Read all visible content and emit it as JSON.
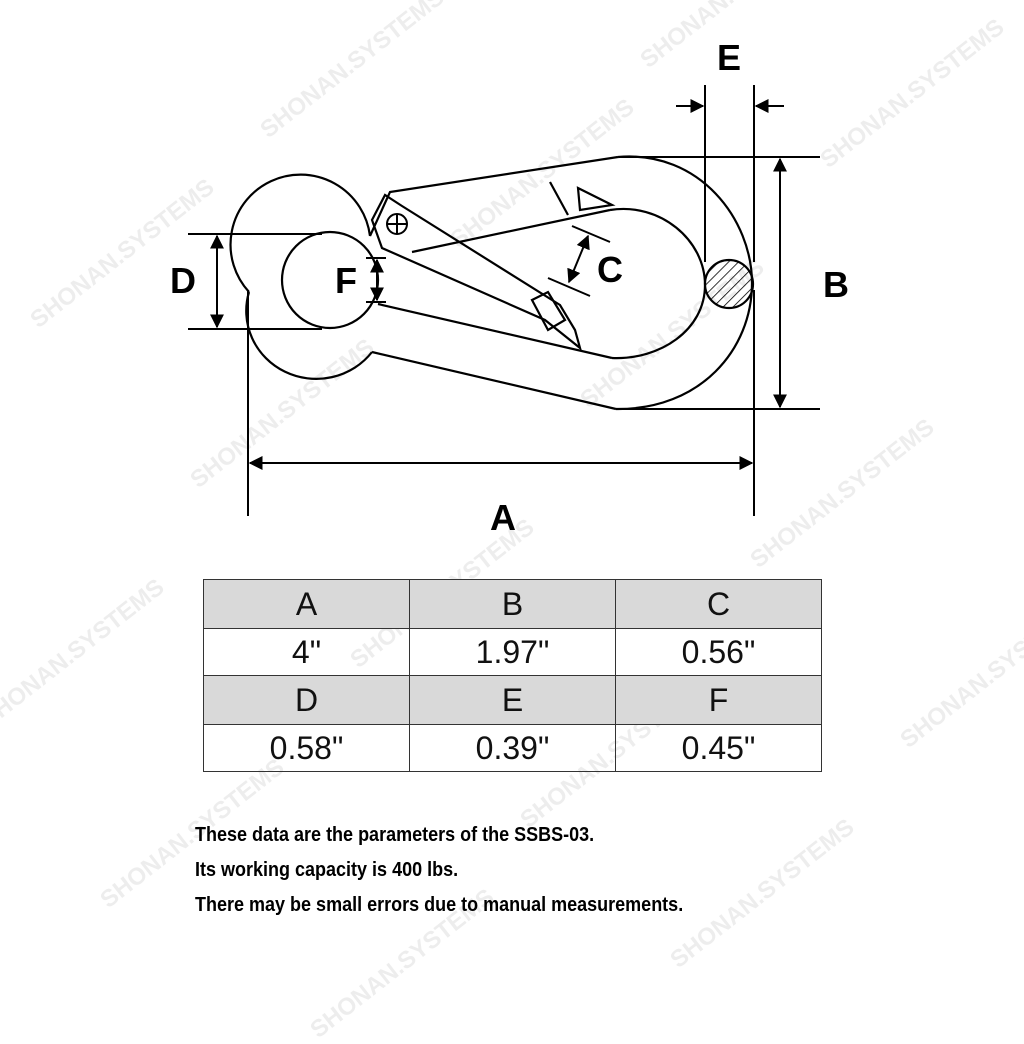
{
  "diagram": {
    "labels": {
      "A": "A",
      "B": "B",
      "C": "C",
      "D": "D",
      "E": "E",
      "F": "F"
    }
  },
  "table": {
    "rows": [
      {
        "kind": "header",
        "cells": [
          "A",
          "B",
          "C"
        ]
      },
      {
        "kind": "value",
        "cells": [
          "4\"",
          "1.97\"",
          "0.56\""
        ]
      },
      {
        "kind": "header",
        "cells": [
          "D",
          "E",
          "F"
        ]
      },
      {
        "kind": "value",
        "cells": [
          "0.58\"",
          "0.39\"",
          "0.45\""
        ]
      }
    ]
  },
  "notes": [
    "These data are the parameters of the SSBS-03.",
    "Its working capacity is 400 lbs.",
    "There may be small errors due to manual measurements."
  ],
  "watermark": "SHONAN.SYSTEMS"
}
